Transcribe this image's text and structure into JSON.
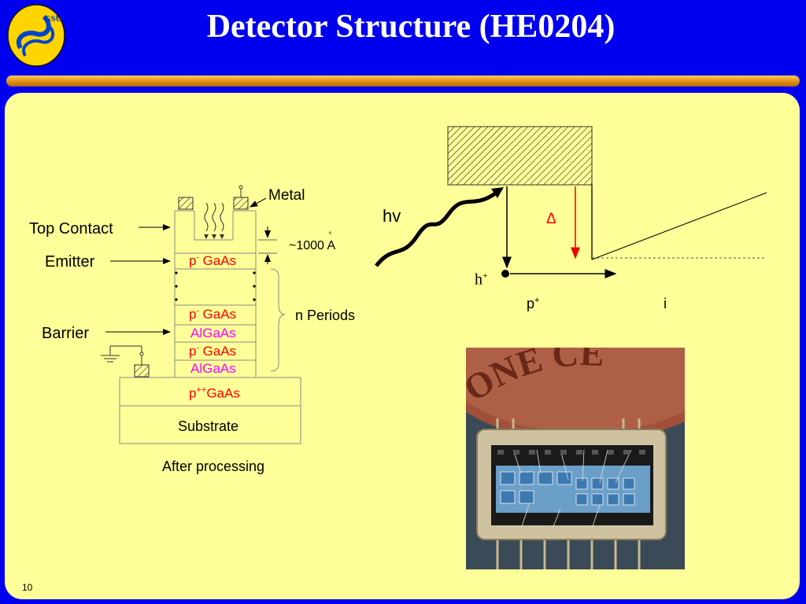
{
  "slide": {
    "title": "Detector Structure (HE0204)",
    "logo_text": "GSU",
    "page_number": "10"
  },
  "left_diagram": {
    "labels": {
      "metal": "Metal",
      "top_contact": "Top Contact",
      "emitter": "Emitter",
      "barrier": "Barrier",
      "thickness": "~1000 ",
      "thickness_unit": "A",
      "n_periods": "n Periods",
      "caption": "After processing"
    },
    "layers": {
      "emitter_p": "p",
      "emitter_material": " GaAs",
      "period_p1": "p",
      "period_p1_material": " GaAs",
      "barrier1": "AlGaAs",
      "period_p2": "p",
      "period_p2_material": " GaAs",
      "barrier2": "AlGaAs",
      "base_p": "p",
      "base_sup": "++",
      "base_material": "GaAs",
      "substrate": "Substrate"
    }
  },
  "right_diagram": {
    "photon": "hv",
    "delta": "Δ",
    "hole": "h",
    "hole_sup": "+",
    "region_p": "p",
    "region_p_sup": "+",
    "region_i": "i"
  },
  "photo": {
    "coin_text": "ONE CE"
  },
  "colors": {
    "background": "#0000ee",
    "panel": "#ffff99",
    "red_label": "#ff0000",
    "magenta_label": "#ff00ff"
  }
}
